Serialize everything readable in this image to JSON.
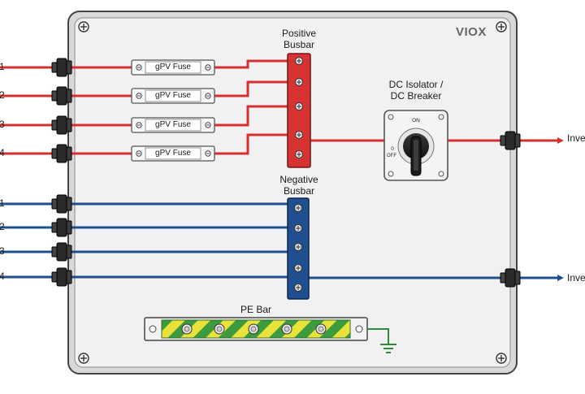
{
  "brand": "VIOX",
  "inputs_positive": [
    "1",
    "2",
    "3",
    "4"
  ],
  "inputs_negative": [
    "1",
    "2",
    "3",
    "4"
  ],
  "fuse_label": "gPV Fuse",
  "positive_busbar": {
    "line1": "Positive",
    "line2": "Busbar"
  },
  "negative_busbar": {
    "line1": "Negative",
    "line2": "Busbar"
  },
  "isolator": {
    "line1": "DC Isolator /",
    "line2": "DC Breaker",
    "on": "ON",
    "off": "OFF",
    "marker_zero": "0"
  },
  "pe_bar": "PE Bar",
  "outputs": {
    "positive": "Inve",
    "negative": "Inve"
  },
  "colors": {
    "positive_wire": "#d62f2f",
    "negative_wire": "#1f4f8f",
    "enclosure": "#eeeeee",
    "earth": "#2e8b3a",
    "pe_stripe": "#e8e23a"
  }
}
